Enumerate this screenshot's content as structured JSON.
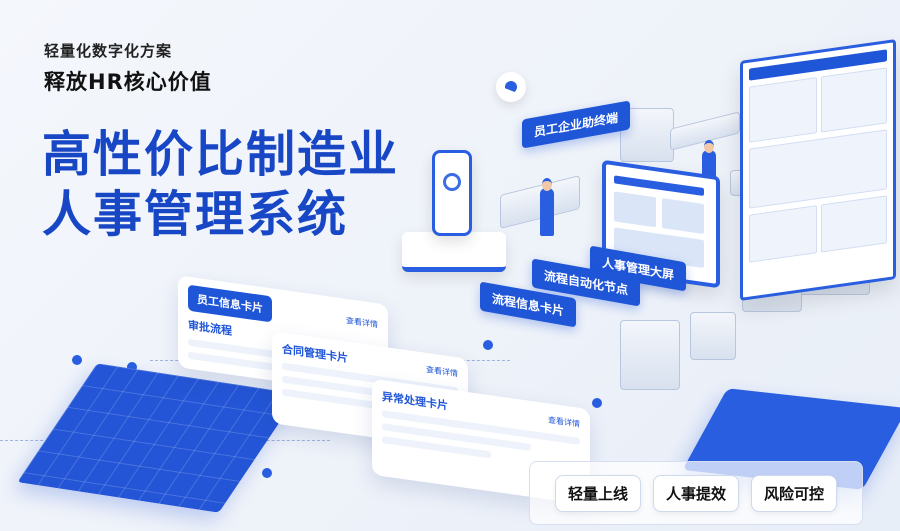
{
  "hero": {
    "kicker": "轻量化数字化方案",
    "subtitle": "释放HR核心价值",
    "headline_line1": "高性价比制造业",
    "headline_line2": "人事管理系统"
  },
  "labels": {
    "employee_terminal": "员工企业助终端",
    "hr_screen": "人事管理大屏",
    "process_node": "流程自动化节点",
    "process_card": "流程信息卡片"
  },
  "cards": [
    {
      "badge": "员工信息卡片",
      "title": "审批流程",
      "link": "查看详情"
    },
    {
      "badge": "",
      "title": "合同管理卡片",
      "link": "查看详情"
    },
    {
      "badge": "",
      "title": "异常处理卡片",
      "link": "查看详情"
    }
  ],
  "features": [
    "轻量上线",
    "人事提效",
    "风险可控"
  ],
  "colors": {
    "accent": "#1f56d8",
    "headline": "#1747c4",
    "background": "#f0f4fa"
  }
}
